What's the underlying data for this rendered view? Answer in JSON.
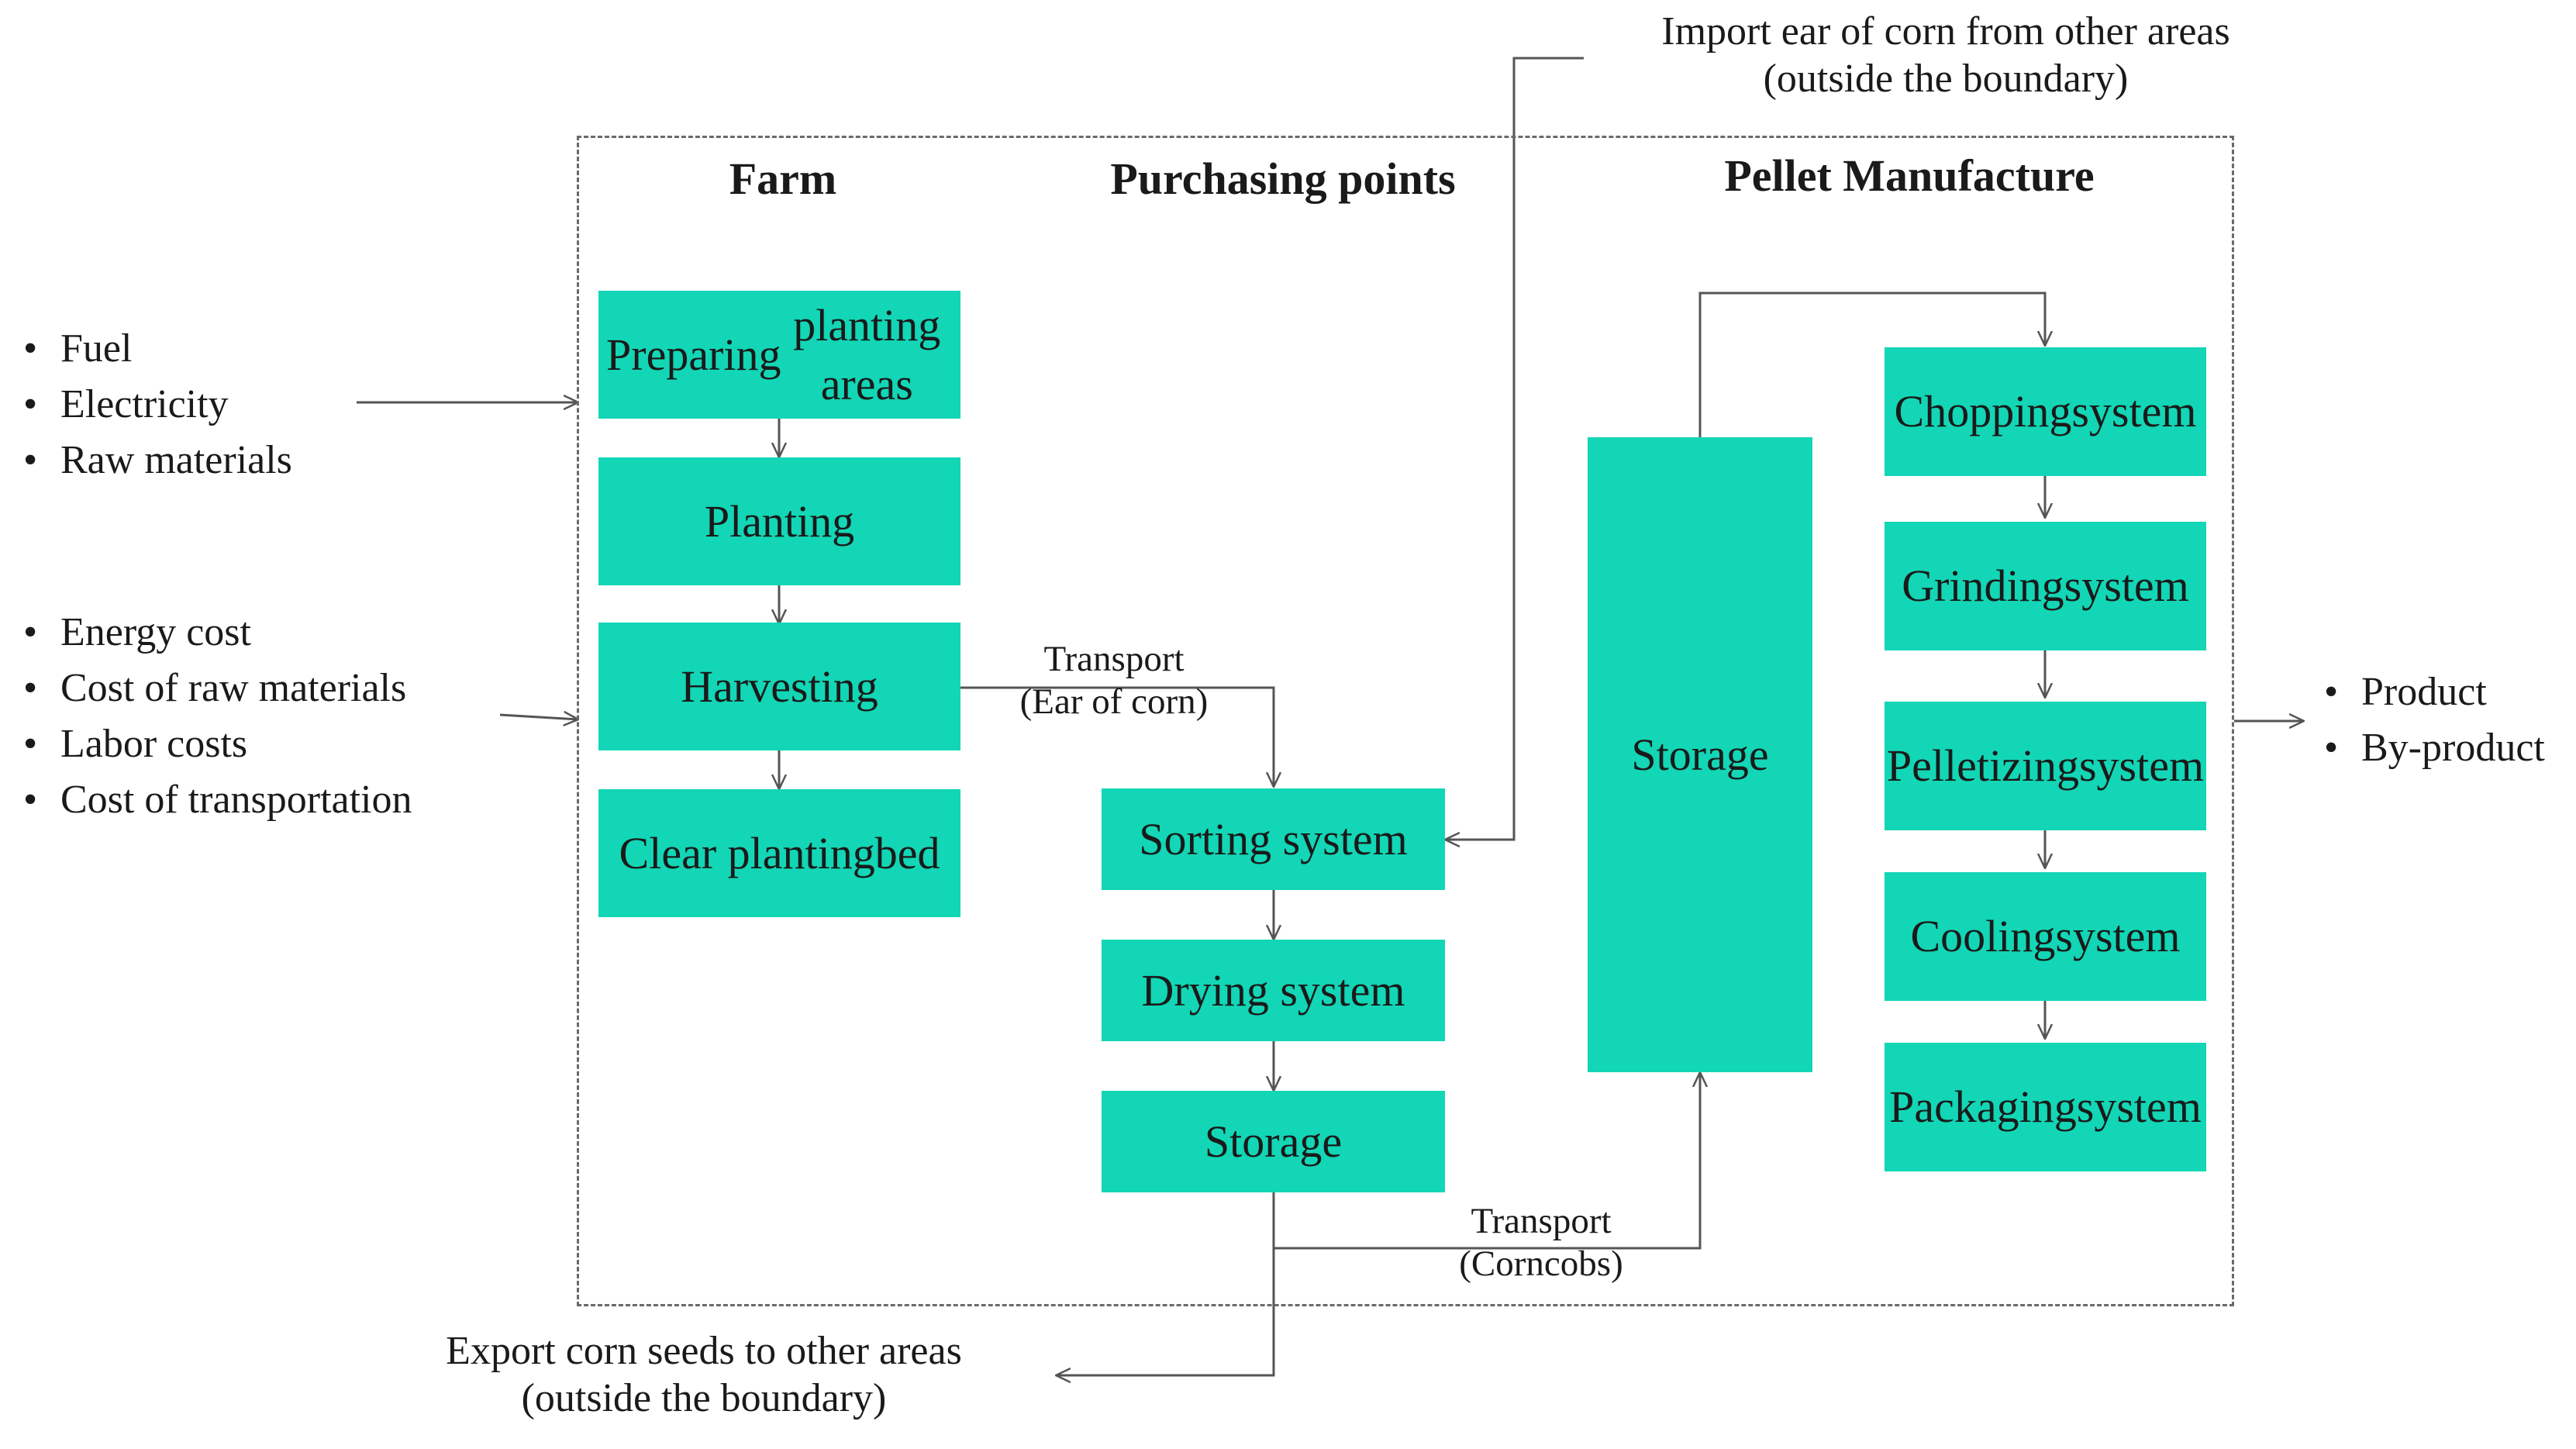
{
  "headers": {
    "farm": "Farm",
    "purchasing": "Purchasing points",
    "pellet": "Pellet Manufacture"
  },
  "farm_steps": [
    {
      "lines": [
        "Preparing",
        "planting areas"
      ]
    },
    {
      "lines": [
        "Planting"
      ]
    },
    {
      "lines": [
        "Harvesting"
      ]
    },
    {
      "lines": [
        "Clear planting",
        "bed"
      ]
    }
  ],
  "purchasing_steps": [
    {
      "lines": [
        "Sorting system"
      ]
    },
    {
      "lines": [
        "Drying system"
      ]
    },
    {
      "lines": [
        "Storage"
      ]
    }
  ],
  "pellet_storage": "Storage",
  "pellet_steps": [
    {
      "lines": [
        "Chopping",
        "system"
      ]
    },
    {
      "lines": [
        "Grinding",
        "system"
      ]
    },
    {
      "lines": [
        "Pelletizing",
        "system"
      ]
    },
    {
      "lines": [
        "Cooling",
        "system"
      ]
    },
    {
      "lines": [
        "Packaging",
        "system"
      ]
    }
  ],
  "inputs_1": [
    "Fuel",
    "Electricity",
    "Raw materials"
  ],
  "inputs_2": [
    "Energy cost",
    "Cost of raw materials",
    "Labor costs",
    "Cost of transportation"
  ],
  "outputs": [
    "Product",
    "By-product"
  ],
  "import_label": {
    "line1": "Import  ear of corn from other areas",
    "line2": "(outside the boundary)"
  },
  "export_label": {
    "line1": "Export corn seeds to other areas",
    "line2": "(outside the boundary)"
  },
  "transport_1": {
    "line1": "Transport",
    "line2": "(Ear of corn)"
  },
  "transport_2": {
    "line1": "Transport",
    "line2": "(Corncobs)"
  },
  "colors": {
    "box_fill": "#12D6B5",
    "line": "#555555",
    "boundary": "#6a6a6a"
  }
}
